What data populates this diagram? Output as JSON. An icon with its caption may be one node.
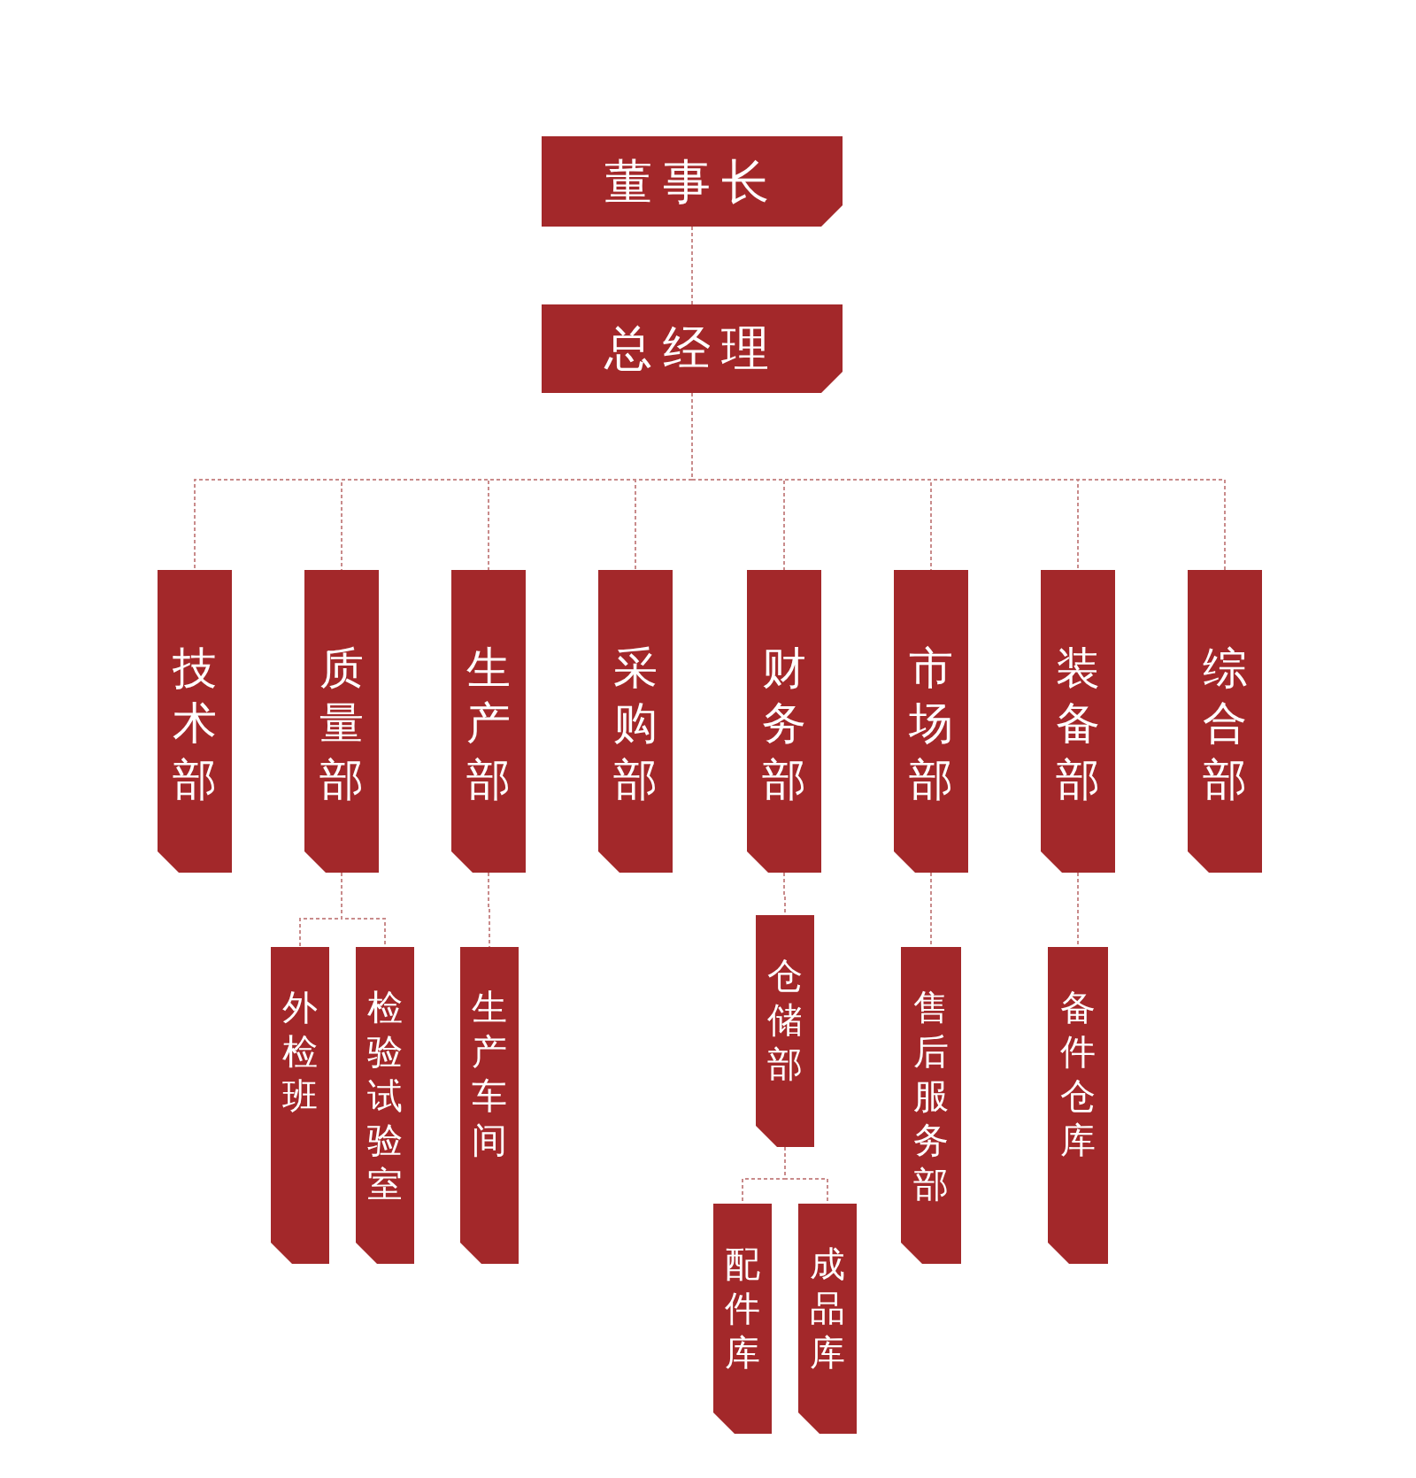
{
  "diagram": {
    "nodes": [
      {
        "text": [
          "董事长"
        ]
      },
      {
        "text": [
          "总经理"
        ]
      },
      {
        "text": [
          "技术部"
        ]
      },
      {
        "text": [
          "质量部"
        ]
      },
      {
        "text": [
          "生产部"
        ]
      },
      {
        "text": [
          "采购部"
        ]
      },
      {
        "text": [
          "财务部"
        ]
      },
      {
        "text": [
          "市场部"
        ]
      },
      {
        "text": [
          "装备部"
        ]
      },
      {
        "text": [
          "综合部"
        ]
      },
      {
        "text": [
          "外检班"
        ]
      },
      {
        "text": [
          "检验试验室"
        ]
      },
      {
        "text": [
          "生产车间"
        ]
      },
      {
        "text": [
          "仓储部"
        ]
      },
      {
        "text": [
          "售后服务部"
        ]
      },
      {
        "text": [
          "备件仓库"
        ]
      },
      {
        "text": [
          "配件库"
        ]
      },
      {
        "text": [
          "成品库"
        ]
      }
    ],
    "edges": [
      {
        "from": 0,
        "to": 1,
        "arrow": "none"
      },
      {
        "from": 1,
        "to": 2,
        "arrow": "none"
      },
      {
        "from": 1,
        "to": 3,
        "arrow": "none"
      },
      {
        "from": 1,
        "to": 4,
        "arrow": "none"
      },
      {
        "from": 1,
        "to": 5,
        "arrow": "none"
      },
      {
        "from": 1,
        "to": 6,
        "arrow": "none"
      },
      {
        "from": 1,
        "to": 7,
        "arrow": "none"
      },
      {
        "from": 1,
        "to": 8,
        "arrow": "none"
      },
      {
        "from": 1,
        "to": 9,
        "arrow": "none"
      },
      {
        "from": 3,
        "to": 10,
        "arrow": "none"
      },
      {
        "from": 3,
        "to": 11,
        "arrow": "none"
      },
      {
        "from": 4,
        "to": 12,
        "arrow": "none"
      },
      {
        "from": 6,
        "to": 13,
        "arrow": "none"
      },
      {
        "from": 7,
        "to": 14,
        "arrow": "none"
      },
      {
        "from": 8,
        "to": 15,
        "arrow": "none"
      },
      {
        "from": 13,
        "to": 16,
        "arrow": "none"
      },
      {
        "from": 13,
        "to": 17,
        "arrow": "none"
      }
    ]
  }
}
